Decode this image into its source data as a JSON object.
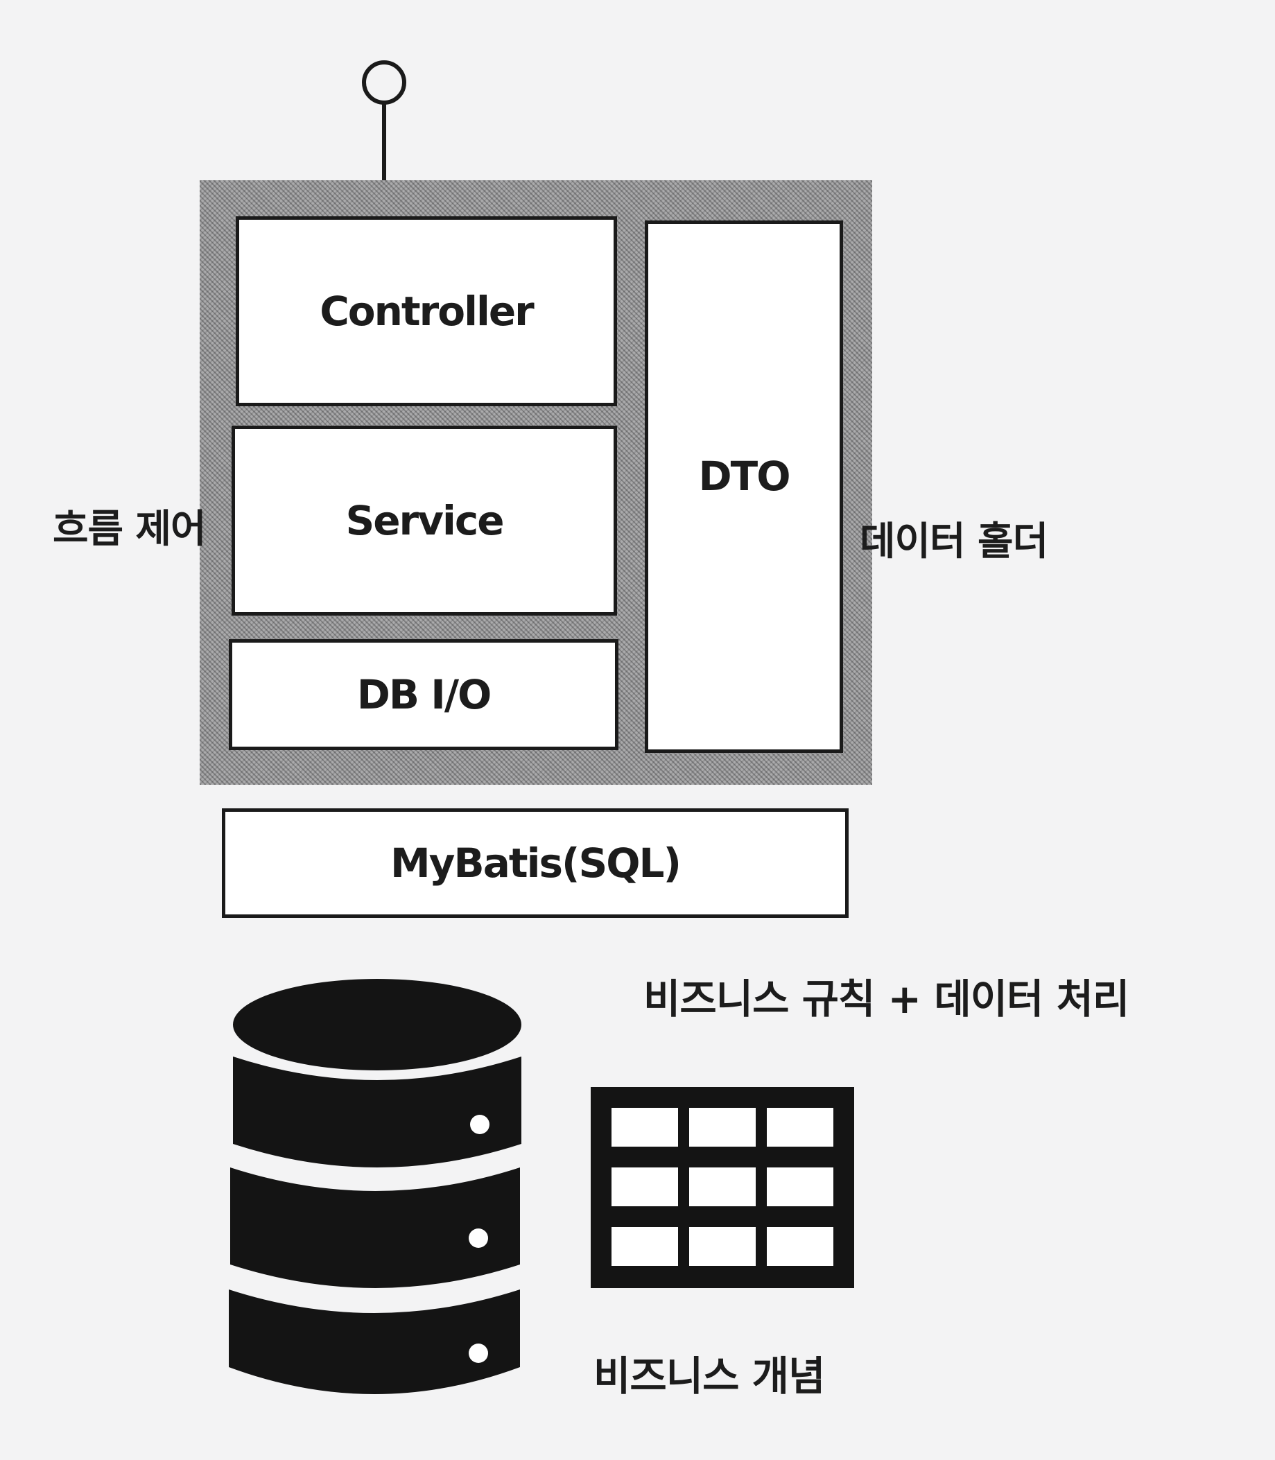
{
  "diagram": {
    "components": {
      "controller": "Controller",
      "service": "Service",
      "db_io": "DB I/O",
      "dto": "DTO",
      "mybatis": "MyBatis(SQL)"
    },
    "annotations": {
      "flow_control": "흐름 제어",
      "data_holder": "데이터 홀더",
      "business_rules": "비즈니스 규칙 + 데이터 처리",
      "business_concept": "비즈니스 개념"
    },
    "icons": {
      "interface": "lollipop-interface-icon",
      "database": "database-icon",
      "table": "table-grid-icon"
    },
    "colors": {
      "frame": "#9d9d9f",
      "box_fill": "#ffffff",
      "stroke": "#1a1a1a",
      "background": "#f3f3f4"
    }
  }
}
